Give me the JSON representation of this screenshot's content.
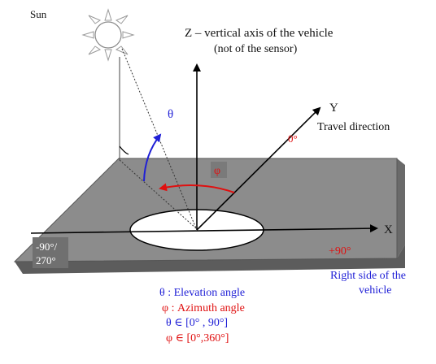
{
  "diagram": {
    "sun_label": "Sun",
    "z_axis_line1": "Z – vertical axis of the vehicle",
    "z_axis_line2": "(not of the sensor)",
    "y_axis_label": "Y",
    "travel_direction": "Travel direction",
    "x_axis_label": "X",
    "theta_symbol": "θ",
    "phi_symbol": "φ",
    "zero_deg": "0°",
    "plus90": "+90°",
    "minus90_line1": "-90°/",
    "minus90_line2": "270°",
    "right_side_line1": "Right side of the",
    "right_side_line2": "vehicle",
    "legend": {
      "theta_def": "θ : Elevation angle",
      "phi_def": "φ : Azimuth angle",
      "theta_range": "θ ∈ [0° , 90°]",
      "phi_range": "φ ∈ [0°,360°]"
    },
    "colors": {
      "plate_top": "#8c8c8c",
      "plate_side": "#6a6a6a",
      "theta_blue": "#1f1fd6",
      "phi_red": "#e01010",
      "minus90_box": "#707070"
    }
  }
}
